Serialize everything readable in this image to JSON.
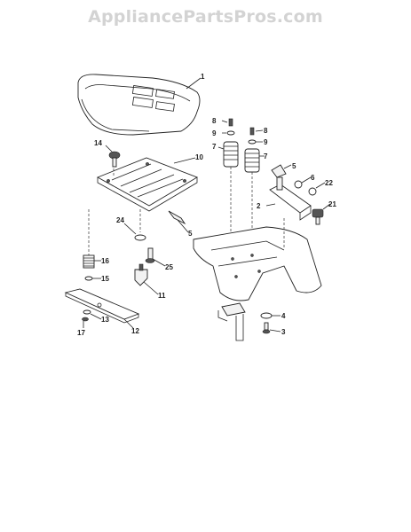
{
  "watermark": "AppliancePartsPros.com",
  "callouts": [
    "1",
    "14",
    "10",
    "24",
    "5",
    "16",
    "25",
    "15",
    "11",
    "13",
    "17",
    "12",
    "8",
    "9",
    "7",
    "8",
    "9",
    "7",
    "6",
    "5",
    "22",
    "2",
    "21",
    "4",
    "3"
  ]
}
